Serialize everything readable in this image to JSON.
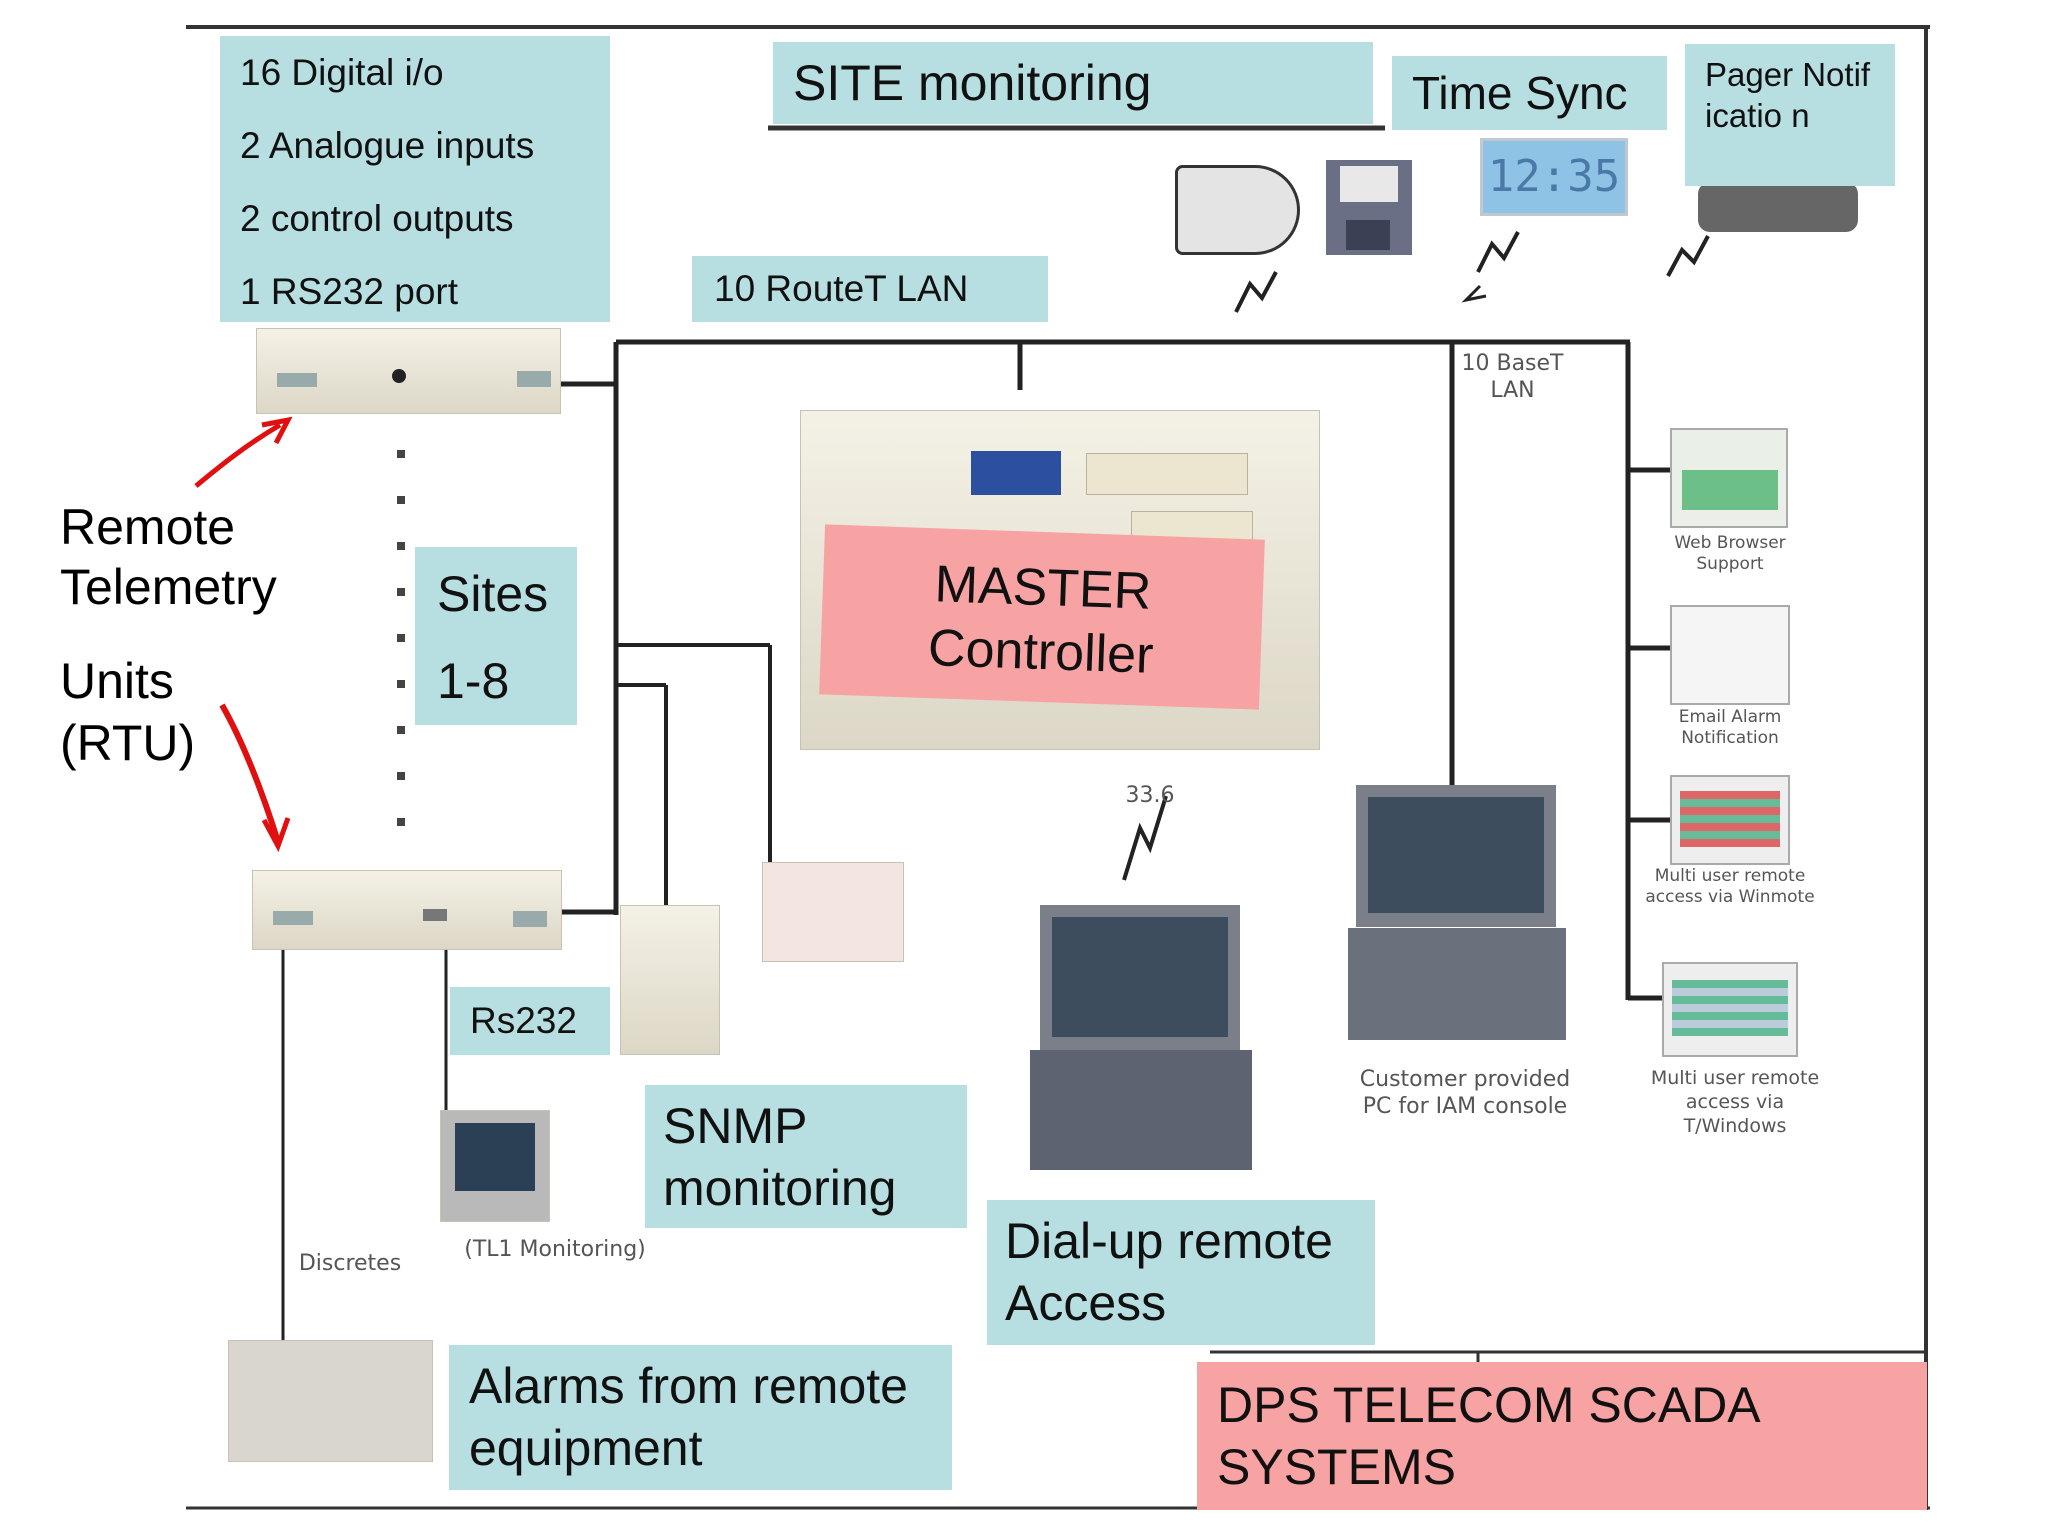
{
  "title": "DPS TELECOM SCADA SYSTEMS",
  "rtu_features": [
    "16 Digital i/o",
    "2 Analogue inputs",
    "2 control outputs",
    "1 RS232 port"
  ],
  "labels": {
    "site_monitoring": "SITE monitoring",
    "time_sync": "Time Sync",
    "pager_notification": "Pager Notificatio n",
    "route_lan": "10 RouteT LAN",
    "rtu_line1": "Remote",
    "rtu_line2": "Telemetry",
    "rtu_line3": "Units",
    "rtu_line4": "(RTU)",
    "sites_line1": "Sites",
    "sites_line2": "1-8",
    "master": "MASTER Controller",
    "rs232": "Rs232",
    "snmp": "SNMP monitoring",
    "dialup": "Dial-up remote Access",
    "alarms": "Alarms from remote equipment"
  },
  "small_labels": {
    "base_lan": "10 BaseT LAN",
    "rate": "33.6",
    "web": "Web Browser Support",
    "email": "Email Alarm Notification",
    "multi_user_1": "Multi user remote access via Winmote",
    "multi_user_2": "Multi user remote access via T/Windows",
    "customer_pc": "Customer provided PC for IAM console",
    "discretes": "Discretes",
    "tl1": "(TL1 Monitoring)"
  },
  "clock_display": "12:35"
}
